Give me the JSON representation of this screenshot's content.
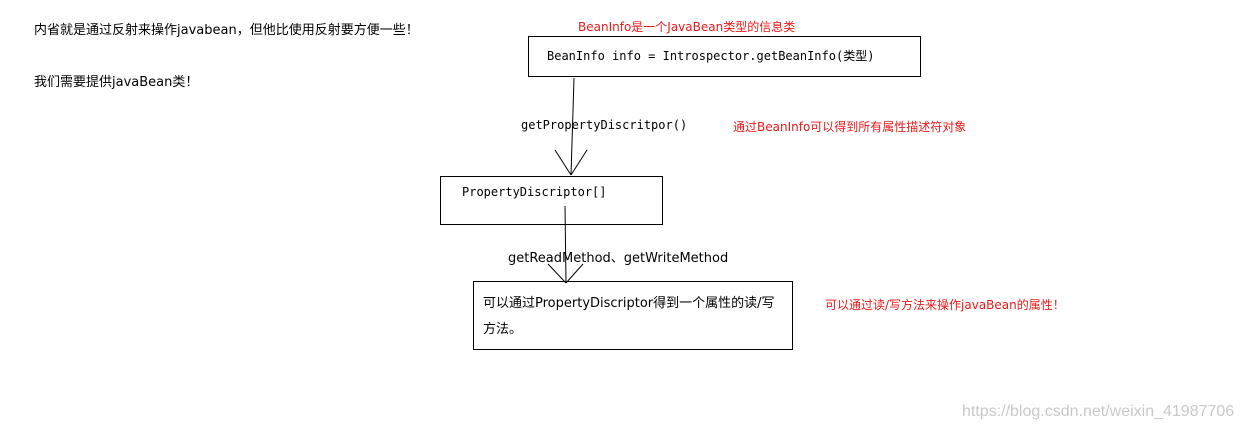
{
  "intro": {
    "line1": "内省就是通过反射来操作javabean，但他比使用反射要方便一些！",
    "line2": "我们需要提供javaBean类！"
  },
  "nodes": {
    "beaninfo": {
      "note": "BeanInfo是一个JavaBean类型的信息类",
      "code": "BeanInfo info = Introspector.getBeanInfo(类型)"
    },
    "property_descriptor": {
      "code": "PropertyDiscriptor[]"
    },
    "read_write": {
      "line1": "可以通过PropertyDiscriptor得到一个属性的读/写",
      "line2": "方法。"
    }
  },
  "edges": {
    "get_property": {
      "label": "getPropertyDiscritpor()",
      "note": "通过BeanInfo可以得到所有属性描述符对象"
    },
    "get_methods": {
      "label": "getReadMethod、getWriteMethod",
      "note": "可以通过读/写方法来操作javaBean的属性！"
    }
  },
  "watermark": "https://blog.csdn.net/weixin_41987706",
  "colors": {
    "note_red": "#e81a1a",
    "line": "#000000",
    "watermark": "#c9c9c9"
  }
}
